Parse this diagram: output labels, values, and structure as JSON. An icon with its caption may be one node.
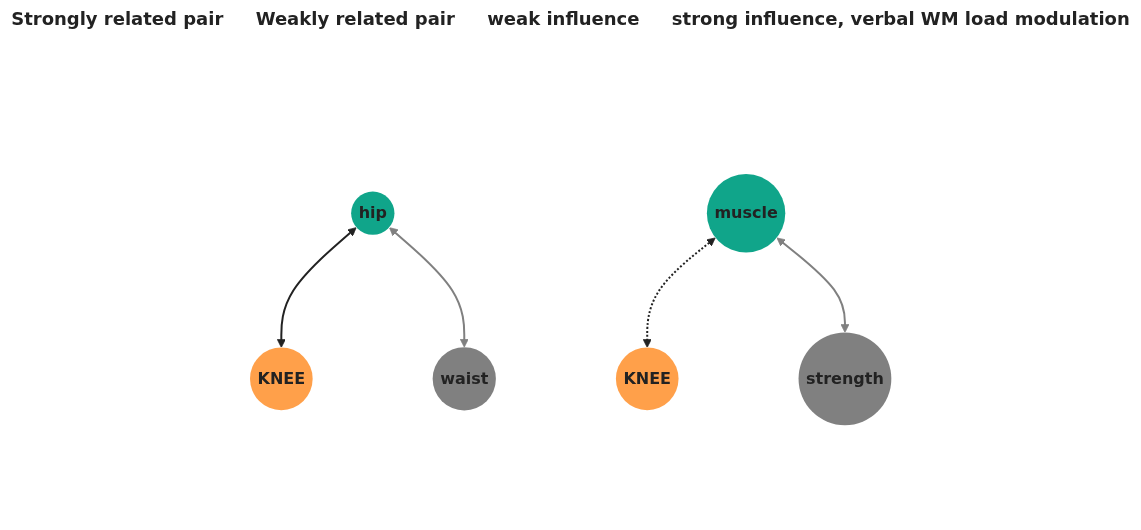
{
  "diagram": {
    "nodes": [
      {
        "text": [
          "hip"
        ]
      },
      {
        "text": [
          "KNEE"
        ]
      },
      {
        "text": [
          "waist"
        ]
      },
      {
        "text": [
          "muscle"
        ]
      },
      {
        "text": [
          "KNEE"
        ]
      },
      {
        "text": [
          "strength"
        ]
      }
    ],
    "edges": [
      {
        "from": 0,
        "to": 1,
        "arrow": "both"
      },
      {
        "from": 0,
        "to": 2,
        "arrow": "both",
        "color": "#808080"
      },
      {
        "from": 3,
        "to": 4,
        "arrow": "both",
        "style": "dashed"
      },
      {
        "from": 3,
        "to": 5,
        "arrow": "both",
        "color": "#808080"
      }
    ],
    "labels": [
      "Strongly related pair",
      "Weakly related pair",
      "weak influence",
      "strong influence, verbal WM load modulation"
    ]
  }
}
